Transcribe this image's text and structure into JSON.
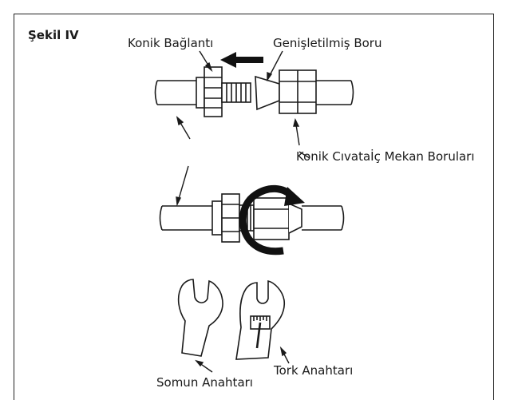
{
  "figure": {
    "title": "Şekil IV",
    "labels": {
      "flare_fitting": "Konik Bağlantı",
      "flared_pipe": "Genişletilmiş Boru",
      "flare_nut_pipes": "Konik Cıvataİç Mekan Boruları",
      "nut_wrench": "Somun Anahtarı",
      "torque_wrench": "Tork Anahtarı"
    }
  }
}
